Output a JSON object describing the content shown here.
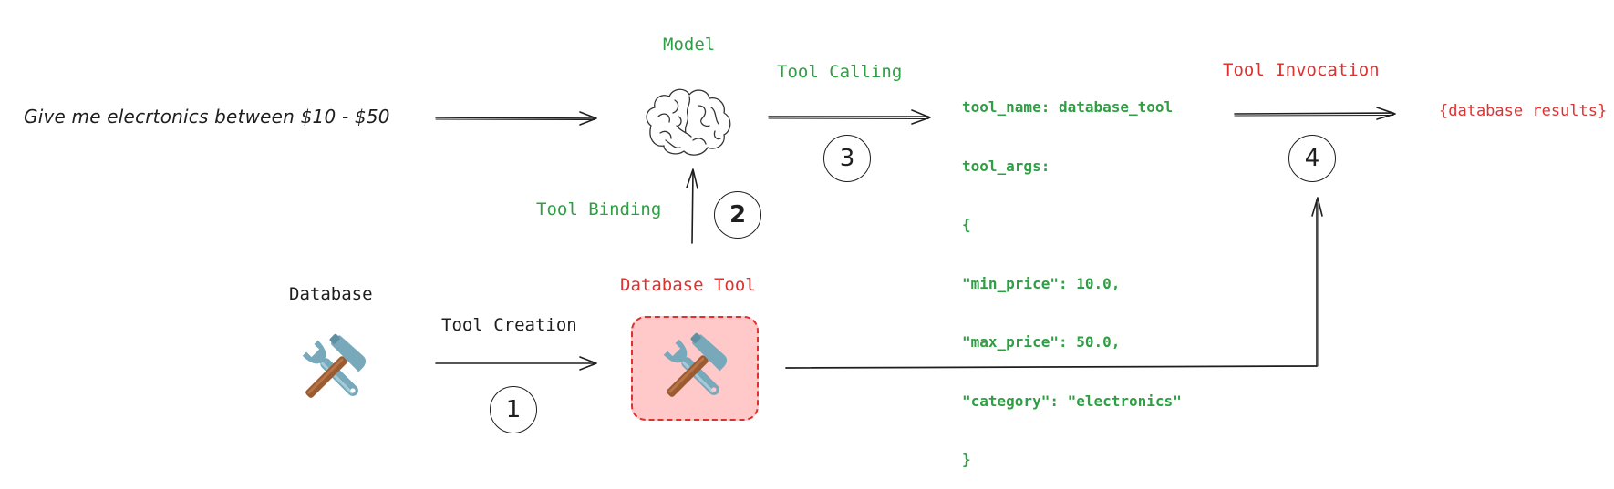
{
  "diagram": {
    "user_query": "Give me elecrtonics between $10 - $50",
    "model": {
      "label": "Model",
      "icon": "brain-icon"
    },
    "database": {
      "label": "Database",
      "icon": "hammer-and-wrench-icon"
    },
    "database_tool": {
      "label": "Database Tool",
      "icon": "hammer-and-wrench-icon"
    },
    "steps": [
      {
        "number": "1",
        "label": "Tool Creation"
      },
      {
        "number": "2",
        "label": "Tool Binding"
      },
      {
        "number": "3",
        "label": "Tool Calling"
      },
      {
        "number": "4",
        "label": "Tool Invocation"
      }
    ],
    "tool_call": {
      "lines": [
        "tool_name: database_tool",
        "tool_args:",
        "{",
        "\"min_price\": 10.0,",
        "\"max_price\": 50.0,",
        "\"category\": \"electronics\"",
        "}"
      ]
    },
    "result": "{database results}",
    "colors": {
      "green": "#2f9e44",
      "red": "#e03131",
      "stroke": "#1e1e1e",
      "tool_box_fill": "#ffc9c9"
    }
  }
}
